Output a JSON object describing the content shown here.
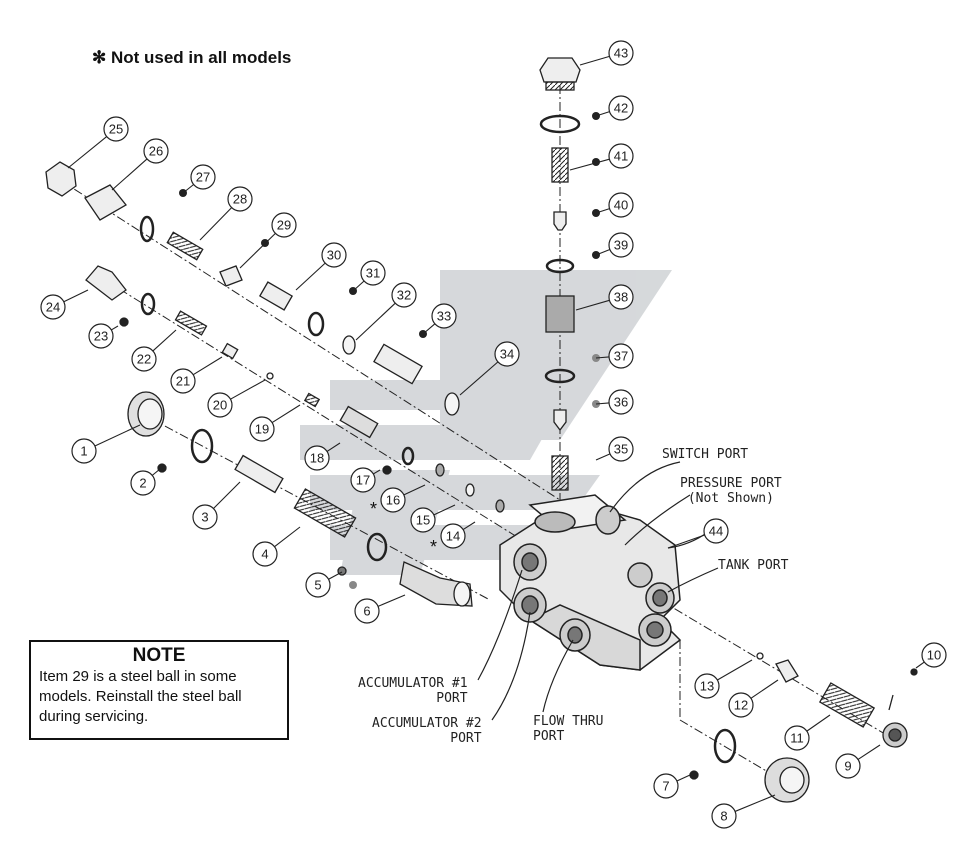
{
  "header_note": "✻ Not used in all models",
  "note": {
    "title": "NOTE",
    "body": "Item 29 is a steel ball in some models. Reinstall the steel ball during servicing."
  },
  "ports": {
    "switch": "SWITCH PORT",
    "pressure": "PRESSURE PORT\n(Not Shown)",
    "tank": "TANK PORT",
    "acc1": "ACCUMULATOR #1\nPORT",
    "acc2": "ACCUMULATOR #2\nPORT",
    "flow": "FLOW THRU\nPORT"
  },
  "callouts": [
    "1",
    "2",
    "3",
    "4",
    "5",
    "6",
    "7",
    "8",
    "9",
    "10",
    "11",
    "12",
    "13",
    "14",
    "15",
    "16",
    "17",
    "18",
    "19",
    "20",
    "21",
    "22",
    "23",
    "24",
    "25",
    "26",
    "27",
    "28",
    "29",
    "30",
    "31",
    "32",
    "33",
    "34",
    "35",
    "36",
    "37",
    "38",
    "39",
    "40",
    "41",
    "42",
    "43",
    "44"
  ],
  "asterisks": [
    "*",
    "*"
  ],
  "colors": {
    "line": "#222222",
    "watermark": "#c9cccf",
    "part": "#e6e6e6"
  }
}
